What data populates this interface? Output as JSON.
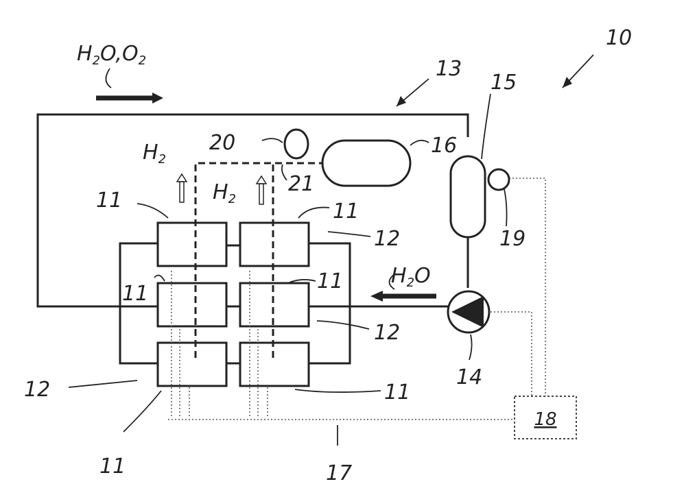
{
  "labels": {
    "system": "10",
    "electrolysis_unit": "11",
    "interconnect": "12",
    "water_circuit": "13",
    "pump": "14",
    "gas_separator": "15",
    "hydrogen_tank": "16",
    "signal_lines": "17",
    "controller": "18",
    "sensor": "19",
    "component_20": "20",
    "component_21": "21"
  },
  "flows": {
    "return_flow": "H2O,O2",
    "feed_flow": "H2O",
    "hydrogen_left": "H2",
    "hydrogen_right": "H2"
  }
}
